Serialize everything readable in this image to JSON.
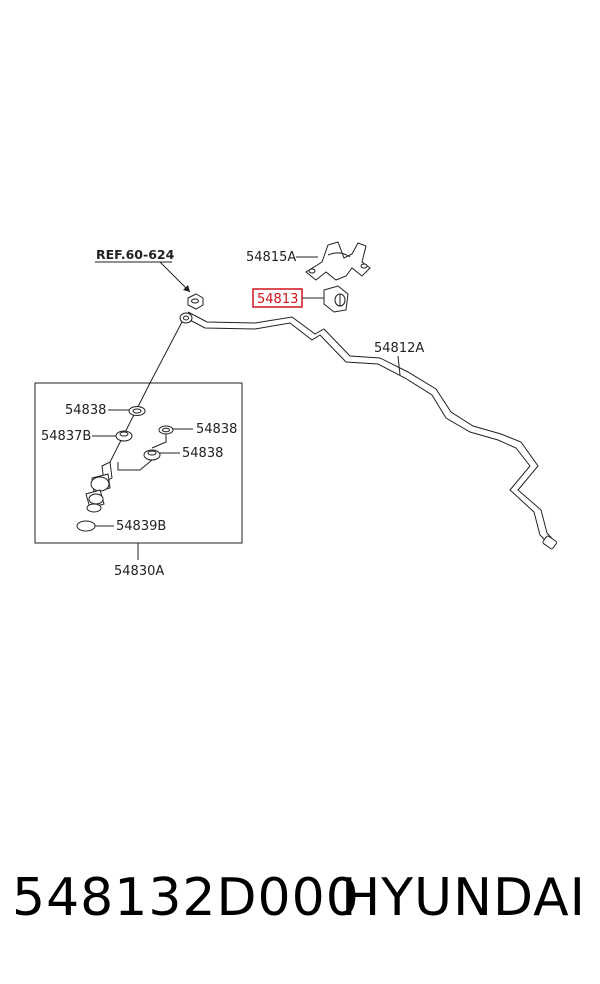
{
  "diagram": {
    "labels": {
      "ref": "REF.60-624",
      "bracket": "54815A",
      "bushing": "54813",
      "stabilizer_bar": "54812A",
      "link_assy": "54830A",
      "washer_a": "54838",
      "washer_b": "54838",
      "washer_c": "54838",
      "bushing_b": "54837B",
      "cap_b": "54839B"
    },
    "highlight_color": "#d0141b"
  },
  "footer": {
    "part_number": "548132D000",
    "brand": "HYUNDAI"
  }
}
